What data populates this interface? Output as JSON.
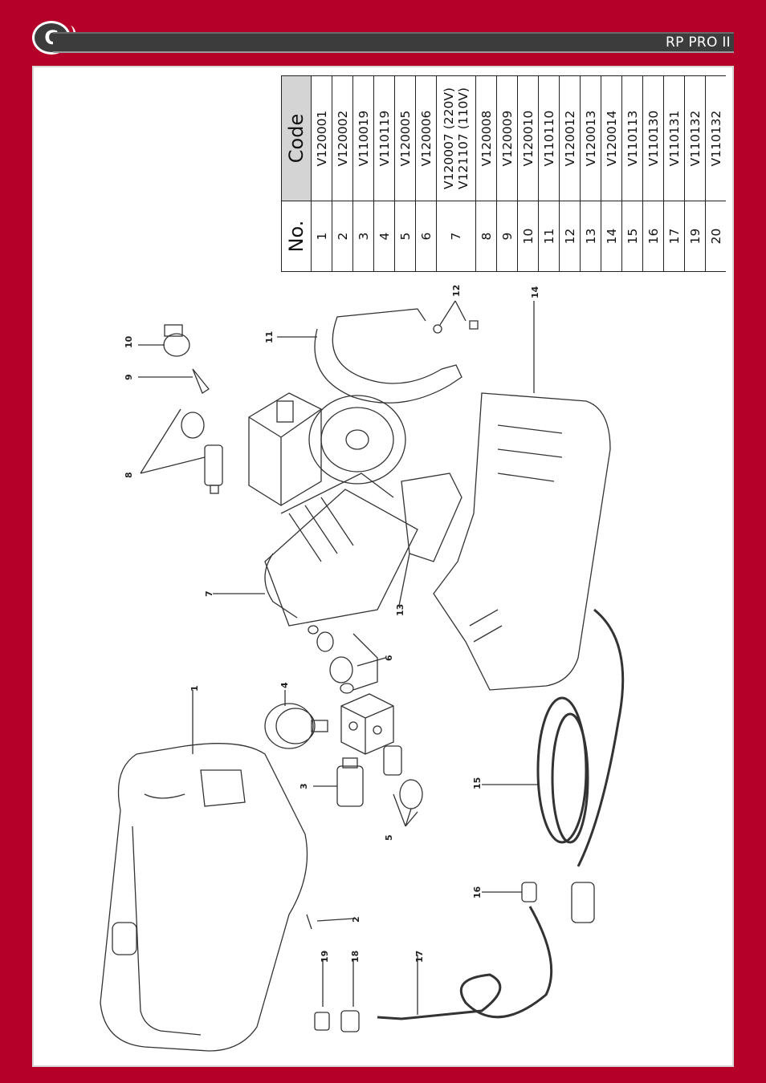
{
  "header": {
    "section_letter": "C",
    "title": "RP PRO II"
  },
  "parts_table": {
    "headers": {
      "no": "No.",
      "code": "Code"
    },
    "rows": [
      {
        "no": "1",
        "code": "V120001"
      },
      {
        "no": "2",
        "code": "V120002"
      },
      {
        "no": "3",
        "code": "V110019"
      },
      {
        "no": "4",
        "code": "V110119"
      },
      {
        "no": "5",
        "code": "V120005"
      },
      {
        "no": "6",
        "code": "V120006"
      },
      {
        "no": "7",
        "code": "V120007 (220V)",
        "code2": "V121107 (110V)"
      },
      {
        "no": "8",
        "code": "V120008"
      },
      {
        "no": "9",
        "code": "V120009"
      },
      {
        "no": "10",
        "code": "V120010"
      },
      {
        "no": "11",
        "code": "V110110"
      },
      {
        "no": "12",
        "code": "V120012"
      },
      {
        "no": "13",
        "code": "V120013"
      },
      {
        "no": "14",
        "code": "V120014"
      },
      {
        "no": "15",
        "code": "V110113"
      },
      {
        "no": "16",
        "code": "V110130"
      },
      {
        "no": "17",
        "code": "V110131"
      },
      {
        "no": "19",
        "code": "V110132"
      },
      {
        "no": "20",
        "code": "V110132"
      }
    ]
  },
  "diagram": {
    "callouts": [
      "1",
      "2",
      "3",
      "4",
      "5",
      "6",
      "7",
      "8",
      "9",
      "10",
      "11",
      "12",
      "13",
      "14",
      "15",
      "16",
      "17",
      "18",
      "19"
    ]
  }
}
